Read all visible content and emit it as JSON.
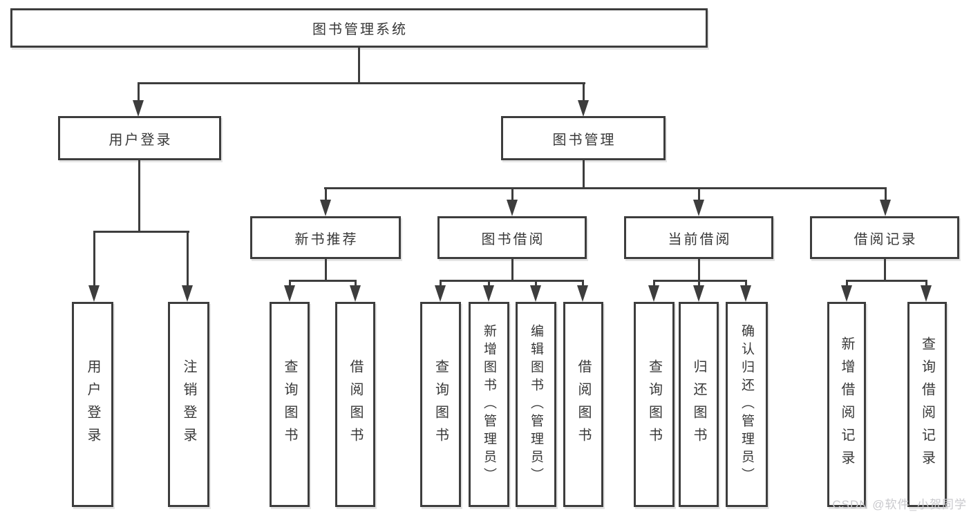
{
  "diagram": {
    "root": {
      "label": "图书管理系统"
    },
    "branches": [
      {
        "label": "用户登录",
        "children": [
          {
            "label": "用户登录"
          },
          {
            "label": "注销登录"
          }
        ]
      },
      {
        "label": "图书管理",
        "children": [
          {
            "label": "新书推荐",
            "children": [
              {
                "label": "查询图书"
              },
              {
                "label": "借阅图书"
              }
            ]
          },
          {
            "label": "图书借阅",
            "children": [
              {
                "label": "查询图书"
              },
              {
                "label": "新增图书（管理员）"
              },
              {
                "label": "编辑图书（管理员）"
              },
              {
                "label": "借阅图书"
              }
            ]
          },
          {
            "label": "当前借阅",
            "children": [
              {
                "label": "查询图书"
              },
              {
                "label": "归还图书"
              },
              {
                "label": "确认归还（管理员）"
              }
            ]
          },
          {
            "label": "借阅记录",
            "children": [
              {
                "label": "新增借阅记录"
              },
              {
                "label": "查询借阅记录"
              }
            ]
          }
        ]
      }
    ]
  },
  "watermark": {
    "text": "CSDN @软件_小贺同学"
  },
  "colors": {
    "line": "#3d3d3d",
    "text": "#383838",
    "background": "#ffffff",
    "watermark": "#c9c9cd"
  }
}
